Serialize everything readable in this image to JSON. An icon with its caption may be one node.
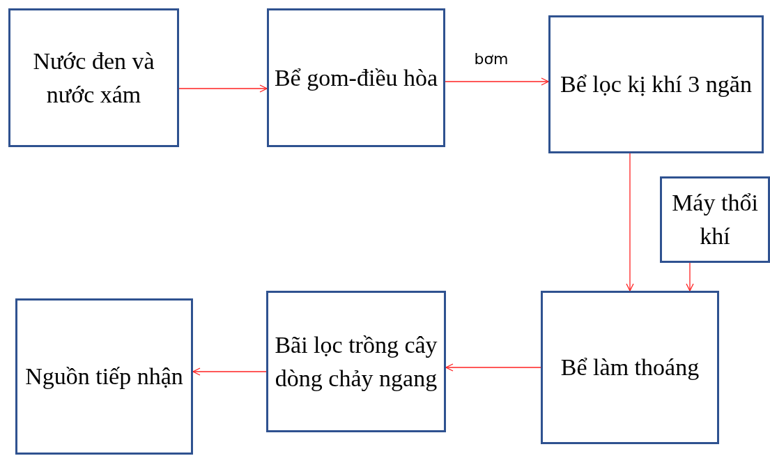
{
  "diagram": {
    "nodes": [
      {
        "text": [
          "Nước đen và nước xám"
        ]
      },
      {
        "text": [
          "Bể gom-điều hòa"
        ]
      },
      {
        "text": [
          "Bể lọc kị khí 3 ngăn"
        ]
      },
      {
        "text": [
          "Máy thổi khí"
        ]
      },
      {
        "text": [
          "Bể làm thoáng"
        ]
      },
      {
        "text": [
          "Bãi lọc trồng cây dòng chảy ngang"
        ]
      },
      {
        "text": [
          "Nguồn tiếp nhận"
        ]
      }
    ],
    "edges": [
      {
        "from": 0,
        "to": 1,
        "arrow": "to"
      },
      {
        "from": 1,
        "to": 2,
        "arrow": "to",
        "label": "bơm"
      },
      {
        "from": 2,
        "to": 4,
        "arrow": "to"
      },
      {
        "from": 3,
        "to": 4,
        "arrow": "to"
      },
      {
        "from": 4,
        "to": 5,
        "arrow": "to"
      },
      {
        "from": 5,
        "to": 6,
        "arrow": "to"
      }
    ]
  }
}
